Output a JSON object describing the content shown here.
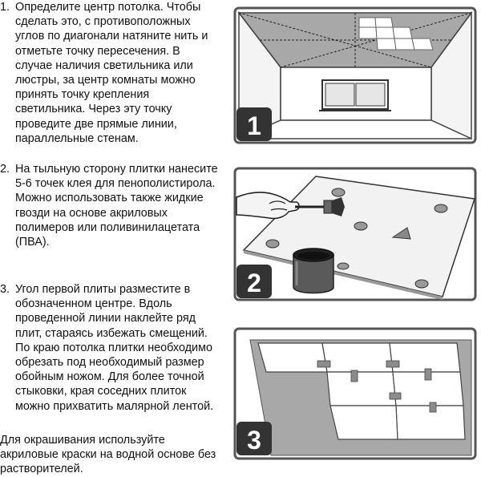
{
  "steps": [
    {
      "number": "1.",
      "lines": [
        "Определите центр потолка. Чтобы",
        "сделать это, с противоположных",
        "углов по диагонали натяните нить и",
        "отметьте точку пересечения. В",
        "случае наличия светильника или",
        "люстры, за центр комнаты можно",
        "принять точку крепления",
        "светильника. Через эту точку",
        "проведите две прямые линии,",
        "параллельные стенам."
      ],
      "badge": "1"
    },
    {
      "number": "2.",
      "lines": [
        "На тыльную сторону плитки нанесите",
        "5-6 точек клея для пенополистирола.",
        "Можно использовать также жидкие",
        "гвозди на основе акриловых",
        "полимеров или поливинилацетата",
        "(ПВА)."
      ],
      "badge": "2"
    },
    {
      "number": "3.",
      "lines": [
        "Угол первой плиты разместите в",
        "обозначенном центре. Вдоль",
        "проведенной линии наклейте ряд",
        "плит, стараясь избежать смещений.",
        "По краю потолка плитки необходимо",
        "обрезать под необходимый размер",
        "обойным ножом. Для более точной",
        "стыковки, края соседних плиток",
        "можно прихватить малярной лентой."
      ],
      "badge": "3"
    }
  ],
  "footer": {
    "lines": [
      "Для окрашивания используйте",
      "акриловые краски на водной основе без",
      "растворителей."
    ]
  }
}
